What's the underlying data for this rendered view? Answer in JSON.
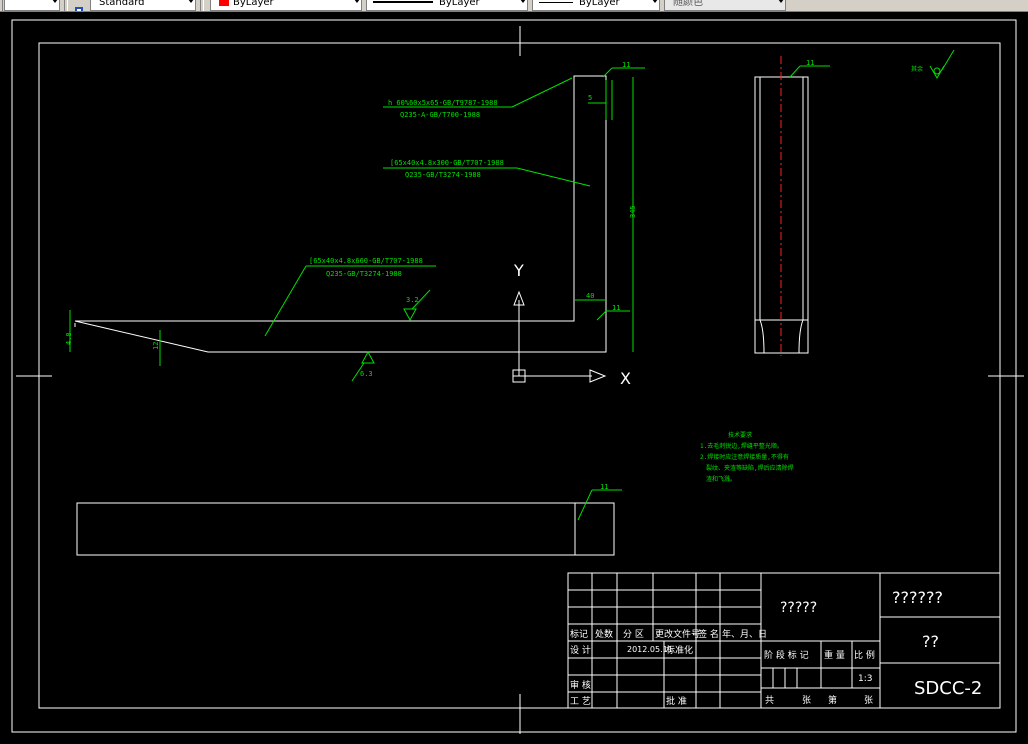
{
  "toolbar": {
    "text_style": "Standard",
    "color": "ByLayer",
    "linetype": "ByLayer",
    "lineweight": "ByLayer",
    "plot_style": "随颜色",
    "color_swatch": "#ff0000"
  },
  "drawing": {
    "leaders": {
      "leader1_line1": "h 60%60x5x65-GB/T9787-1988",
      "leader1_line2": "Q235-A-GB/T700-1988",
      "leader2_line1": "[65x40x4.8x300-GB/T707-1988",
      "leader2_line2": "Q235-GB/T3274-1988",
      "leader3_line1": "[65x40x4.8x660-GB/T707-1988",
      "leader3_line2": "Q235-GB/T3274-1988"
    },
    "dimensions": {
      "weld_top": "11",
      "dim_5": "5",
      "dim_345": "345",
      "dim_40": "40",
      "weld_mid": "11",
      "weld_side": "11",
      "weld_bottom": "11",
      "dim_48": "4.8",
      "dim_12": "12",
      "rough_32": "3.2",
      "rough_63": "6.3",
      "surface_rest": "其余"
    },
    "ucs": {
      "y_label": "Y",
      "x_label": "X"
    },
    "tech_notes": {
      "title": "技术要求",
      "line1": "1.去毛刺锐边,焊缝平整光顺。",
      "line2": "2.焊接时应注意焊接质量,不得有",
      "line3": "裂纹、夹渣等缺陷,焊后应清除焊",
      "line4": "渣和飞溅。"
    }
  },
  "title_block": {
    "col_mark": "标记",
    "col_count": "处数",
    "col_zone": "分 区",
    "col_docno": "更改文件号",
    "col_sign": "签 名",
    "col_date": "年、月、日",
    "row_design": "设 计",
    "design_date": "2012.05.11",
    "standardize": "标准化",
    "row_review": "审 核",
    "row_process": "工 艺",
    "approve": "批 准",
    "stage_mark": "阶 段 标 记",
    "weight": "重 量",
    "scale": "比 例",
    "scale_value": "1:3",
    "sheets_total": "共",
    "sheets_unit": "张",
    "sheet_no": "第",
    "sheet_unit2": "张",
    "material": "?????",
    "company": "??????",
    "part_name": "??",
    "drawing_no": "SDCC-2"
  }
}
